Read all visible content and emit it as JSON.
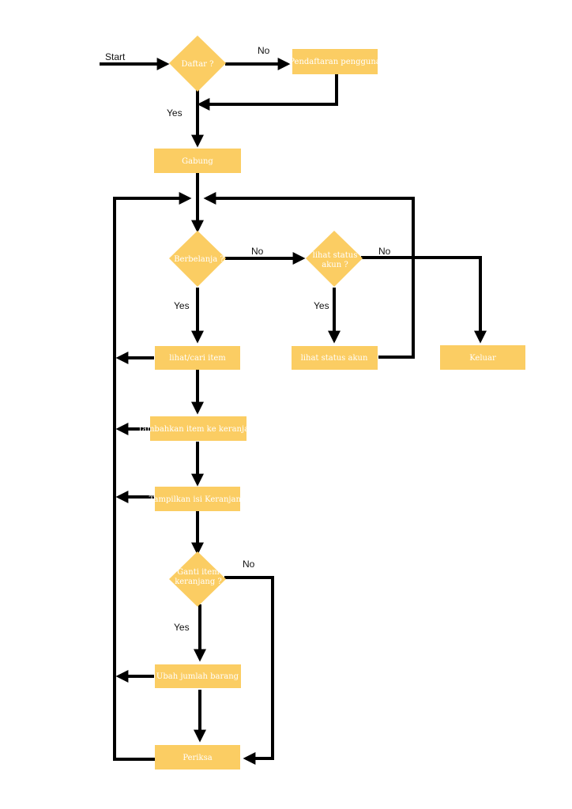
{
  "nodes": {
    "daftar": "Daftar ?",
    "pendaftaran": "Pendaftaran pengguna",
    "gabung": "Gabung",
    "berbelanja": "Berbelanja ?",
    "lihat_status_q": [
      "lihat status",
      "akun ?"
    ],
    "lihat_cari": "lihat/cari item",
    "lihat_status_akun": "lihat status akun",
    "keluar": "Keluar",
    "tambahkan": "Tambahkan item ke keranjang",
    "tampilkan": "Tampilkan isi Keranjang",
    "ganti": [
      "Ganti item",
      "keranjang ?"
    ],
    "ubah": "Ubah jumlah barang",
    "periksa": "Periksa"
  },
  "edges": {
    "start": "Start",
    "daftar_no": "No",
    "daftar_yes": "Yes",
    "berbelanja_no": "No",
    "berbelanja_yes": "Yes",
    "status_no": "No",
    "status_yes": "Yes",
    "ganti_no": "No",
    "ganti_yes": "Yes"
  },
  "colors": {
    "node_fill": "#fbcd63",
    "node_text": "#ffffff",
    "line": "#000000"
  }
}
